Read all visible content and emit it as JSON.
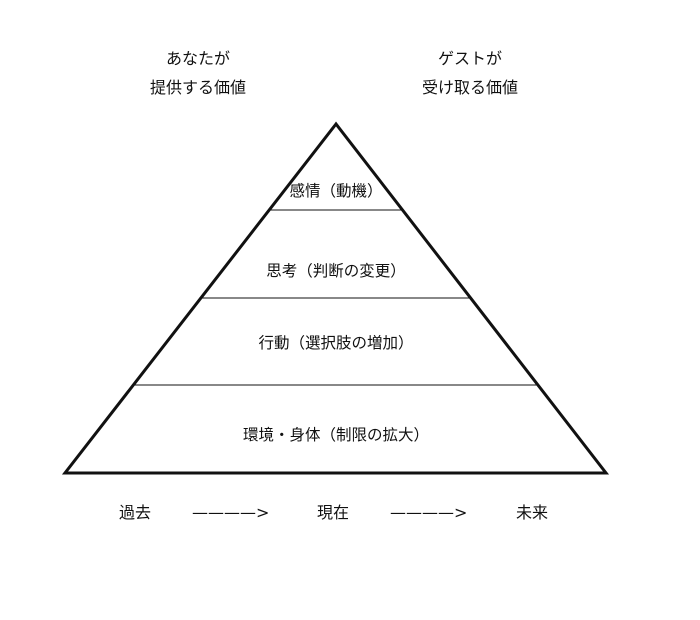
{
  "headings": {
    "left": [
      "あなたが",
      "提供する価値"
    ],
    "right": [
      "ゲストが",
      "受け取る価値"
    ]
  },
  "pyramid": {
    "tiers": [
      "感情（動機）",
      "思考（判断の変更）",
      "行動（選択肢の増加）",
      "環境・身体（制限の拡大）"
    ]
  },
  "timeline": {
    "past": "過去",
    "arrow": "————>",
    "present": "現在",
    "future": "未来"
  }
}
